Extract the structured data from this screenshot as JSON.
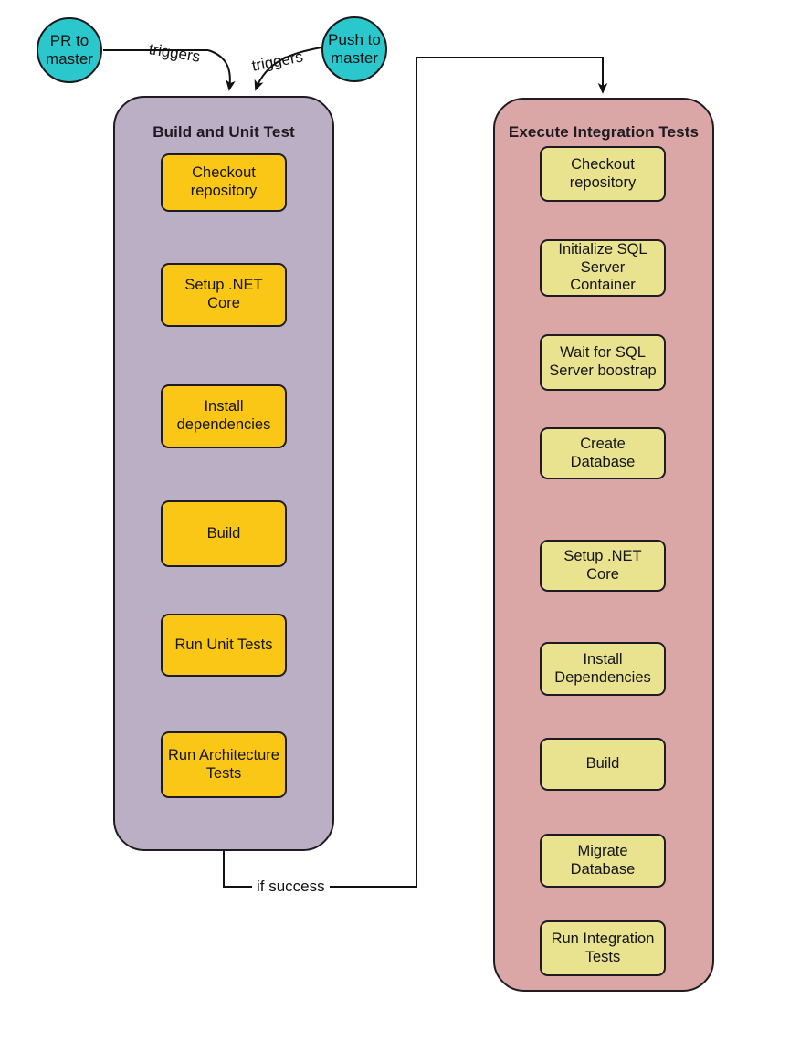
{
  "diagram": {
    "title": "CI/CD pipeline flowchart",
    "type": "flowchart",
    "background": "#ffffff"
  },
  "colors": {
    "trigger_fill": "#2ac8cc",
    "build_group_fill": "#bbafc6",
    "integration_group_fill": "#dba6a6",
    "build_step_fill": "#fbc716",
    "integration_step_fill": "#e9e28f",
    "stroke": "#1f1b22",
    "text": "#141414"
  },
  "triggers": [
    {
      "id": "pr",
      "label": "PR to master",
      "line1": "PR to",
      "line2": "master"
    },
    {
      "id": "push",
      "label": "Push to master",
      "line1": "Push to",
      "line2": "master"
    }
  ],
  "edge_labels": {
    "trigger_left": "triggers",
    "trigger_right": "triggers",
    "if_success": "if success"
  },
  "groups": [
    {
      "id": "build",
      "title": "Build and Unit Test",
      "steps": [
        {
          "id": "checkout",
          "line1": "Checkout",
          "line2": "repository"
        },
        {
          "id": "setup-dotnet",
          "line1": "Setup .NET Core",
          "line2": ""
        },
        {
          "id": "install-deps",
          "line1": "Install",
          "line2": "dependencies"
        },
        {
          "id": "build",
          "line1": "Build",
          "line2": ""
        },
        {
          "id": "run-unit-tests",
          "line1": "Run Unit Tests",
          "line2": ""
        },
        {
          "id": "run-architecture-tests",
          "line1": "Run Architecture",
          "line2": "Tests"
        }
      ]
    },
    {
      "id": "integration",
      "title": "Execute Integration Tests",
      "steps": [
        {
          "id": "checkout",
          "line1": "Checkout",
          "line2": "repository"
        },
        {
          "id": "init-sql",
          "line1": "Initialize SQL",
          "line2": "Server Container"
        },
        {
          "id": "wait-sql",
          "line1": "Wait for SQL",
          "line2": "Server boostrap"
        },
        {
          "id": "create-database",
          "line1": "Create Database",
          "line2": ""
        },
        {
          "id": "setup-dotnet",
          "line1": "Setup .NET Core",
          "line2": ""
        },
        {
          "id": "install-dependencies",
          "line1": "Install",
          "line2": "Dependencies"
        },
        {
          "id": "build",
          "line1": "Build",
          "line2": ""
        },
        {
          "id": "migrate-database",
          "line1": "Migrate Database",
          "line2": ""
        },
        {
          "id": "run-integration-tests",
          "line1": "Run Integration",
          "line2": "Tests"
        }
      ]
    }
  ]
}
